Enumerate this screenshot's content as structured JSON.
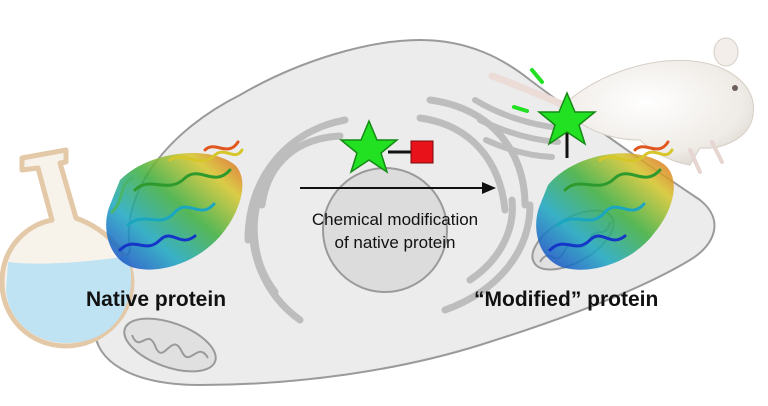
{
  "labels": {
    "native_protein": "Native protein",
    "modified_protein": "“Modified” protein",
    "reaction_line1": "Chemical modification",
    "reaction_line2": "of native protein"
  },
  "colors": {
    "cell_fill": "#ececec",
    "cell_outline": "#9a9a9a",
    "organelle": "#bdbdbd",
    "star": "#22e022",
    "square": "#e8131a",
    "flask_liquid": "#bfe3f3",
    "flask_glass": "#e3c9a8",
    "mouse": "#f1eee9"
  },
  "icons": [
    "flask-icon",
    "mouse-icon",
    "star-icon",
    "square-icon",
    "protein-structure-icon"
  ]
}
